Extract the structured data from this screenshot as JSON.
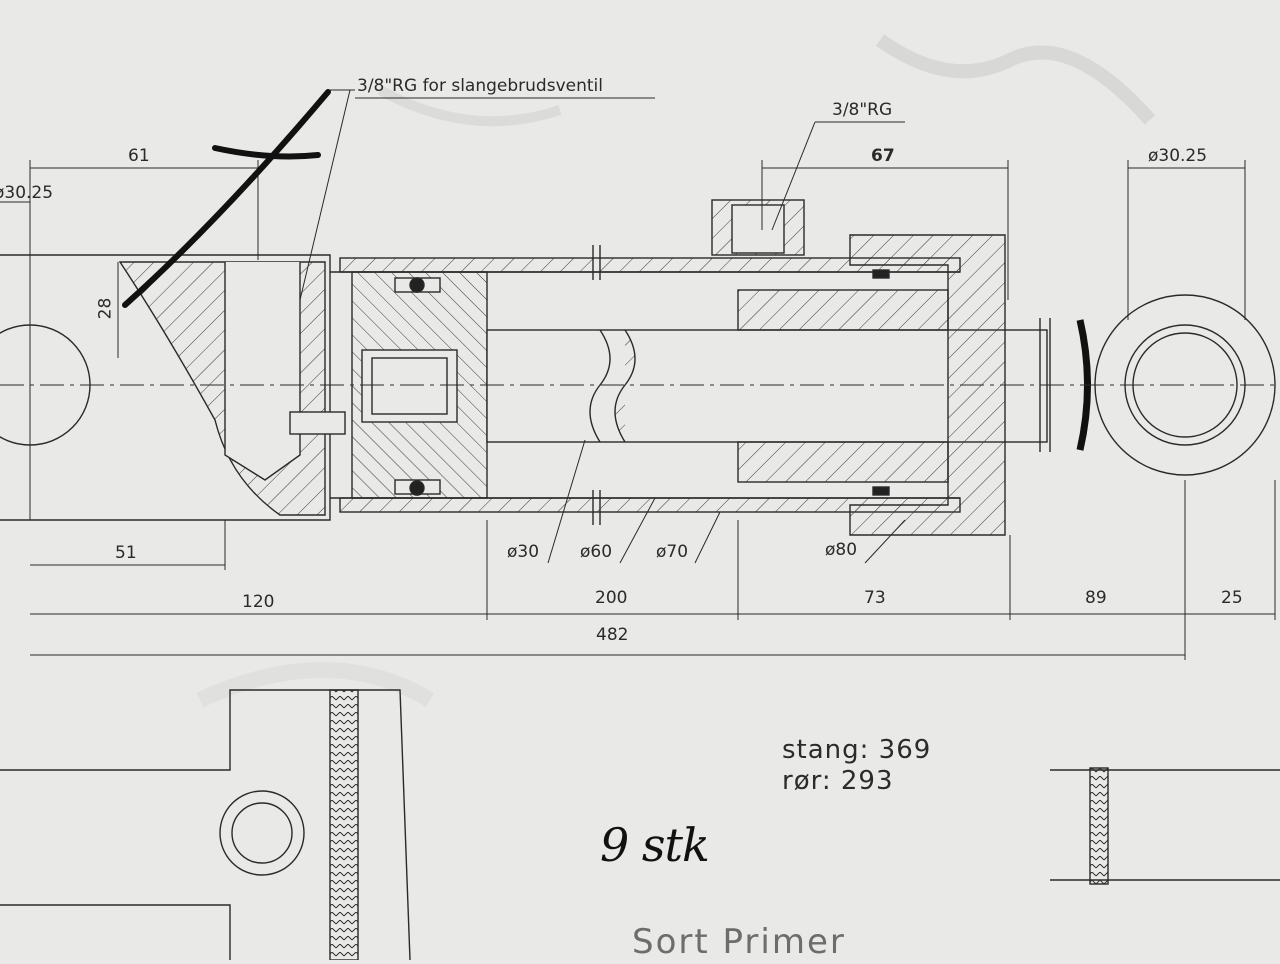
{
  "callouts": {
    "port_left": "3/8\"RG for slangebrudsventil",
    "port_right": "3/8\"RG"
  },
  "dimensions": {
    "d_61": "61",
    "d_67": "67",
    "dia_pin_left": "ø30.25",
    "dia_pin_right": "ø30.25",
    "d_28": "28",
    "d_51": "51",
    "d_120": "120",
    "d_200": "200",
    "d_73": "73",
    "d_89": "89",
    "d_25": "25",
    "d_482": "482",
    "dia_30": "ø30",
    "dia_60": "ø60",
    "dia_70": "ø70",
    "dia_80": "ø80"
  },
  "notes": {
    "stang": "stang: 369",
    "ror": "rør: 293",
    "quantity_handwritten": "9 stk",
    "finish": "Sort  Primer"
  }
}
